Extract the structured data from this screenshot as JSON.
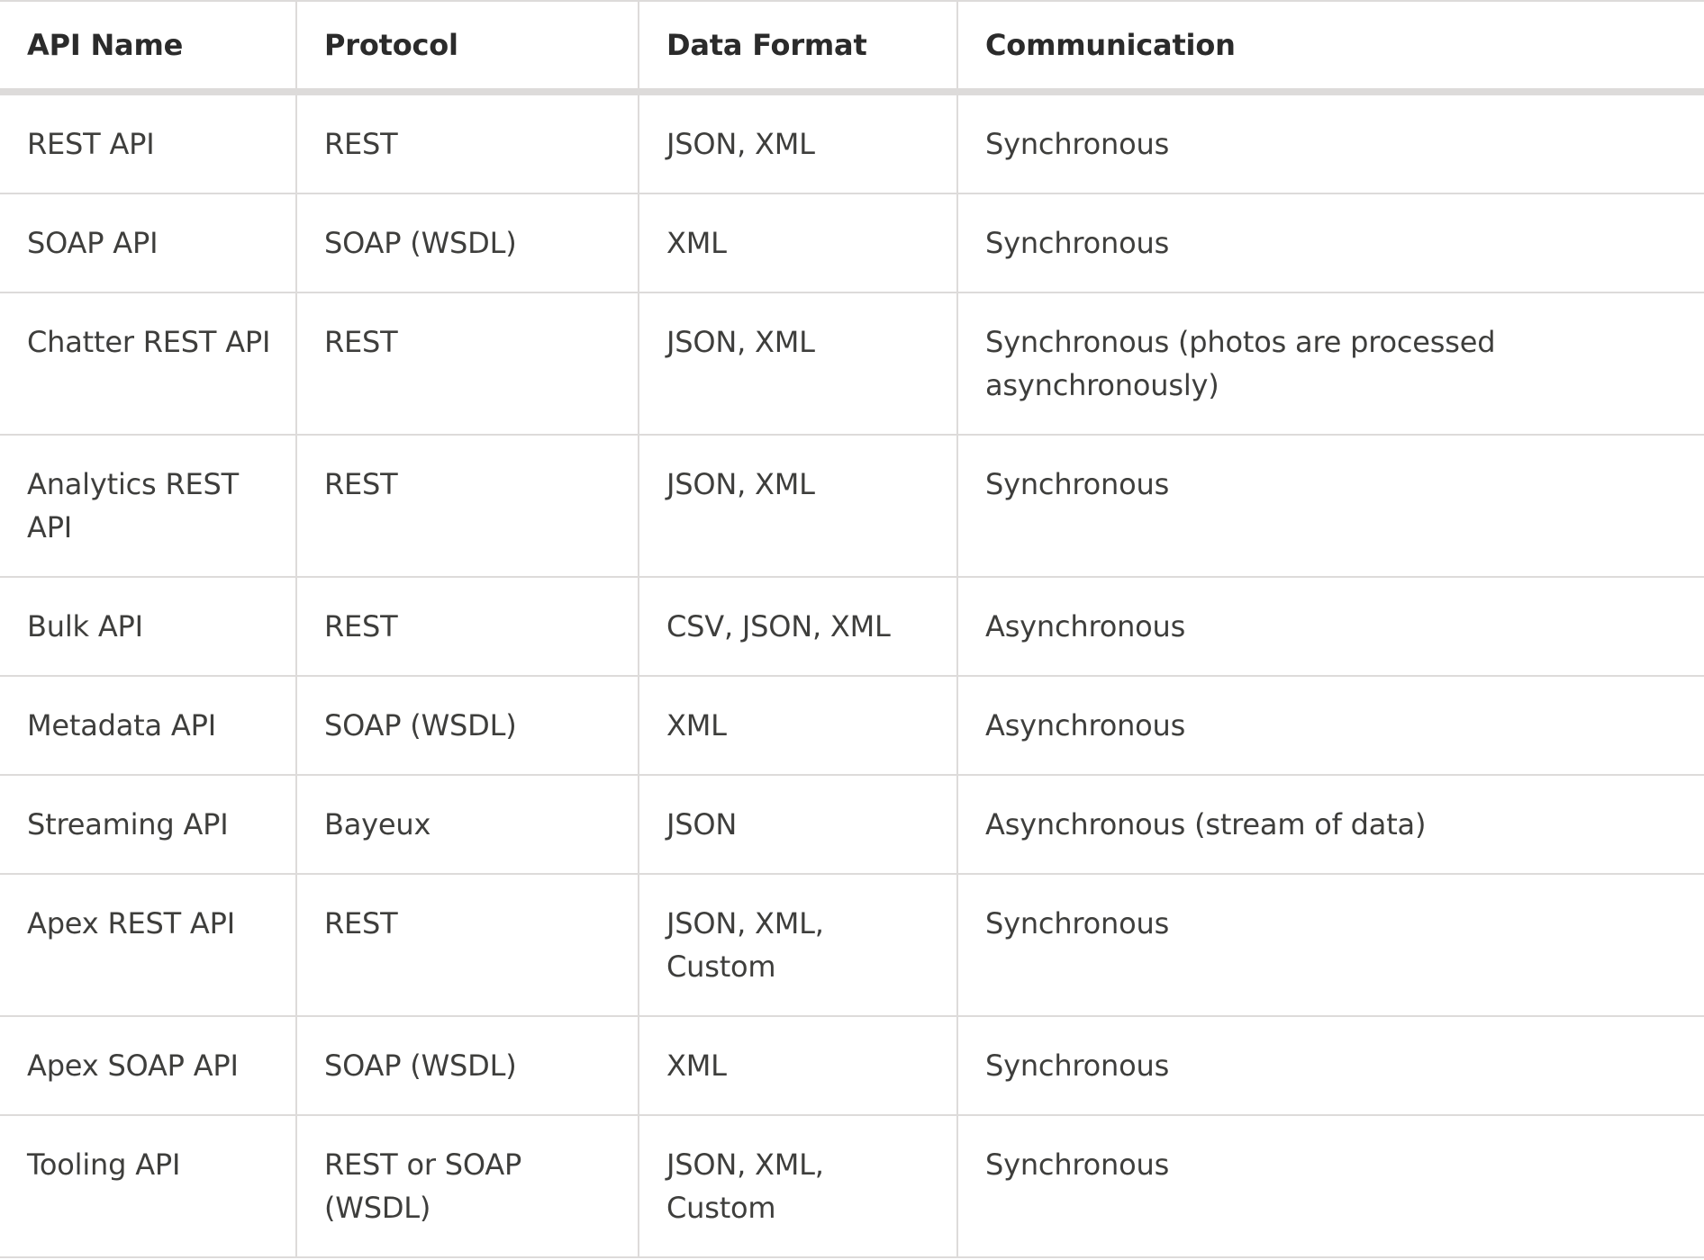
{
  "table": {
    "headers": [
      "API Name",
      "Protocol",
      "Data Format",
      "Communication"
    ],
    "rows": [
      [
        "REST API",
        "REST",
        "JSON, XML",
        "Synchronous"
      ],
      [
        "SOAP API",
        "SOAP (WSDL)",
        "XML",
        "Synchronous"
      ],
      [
        "Chatter REST API",
        "REST",
        "JSON, XML",
        "Synchronous (photos are processed asynchronously)"
      ],
      [
        "Analytics REST API",
        "REST",
        "JSON, XML",
        "Synchronous"
      ],
      [
        "Bulk API",
        "REST",
        "CSV, JSON, XML",
        "Asynchronous"
      ],
      [
        "Metadata API",
        "SOAP (WSDL)",
        "XML",
        "Asynchronous"
      ],
      [
        "Streaming API",
        "Bayeux",
        "JSON",
        "Asynchronous (stream of data)"
      ],
      [
        "Apex REST API",
        "REST",
        "JSON, XML, Custom",
        "Synchronous"
      ],
      [
        "Apex SOAP API",
        "SOAP (WSDL)",
        "XML",
        "Synchronous"
      ],
      [
        "Tooling API",
        "REST or SOAP (WSDL)",
        "JSON, XML, Custom",
        "Synchronous"
      ]
    ]
  }
}
